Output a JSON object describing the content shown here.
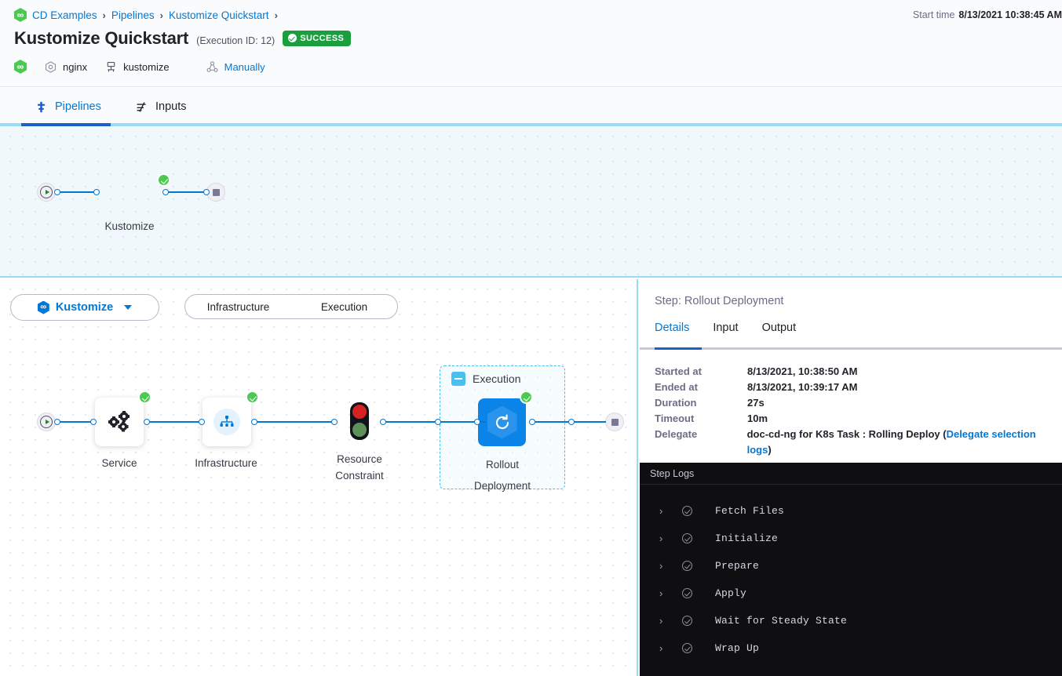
{
  "header": {
    "breadcrumb": [
      {
        "label": "CD Examples",
        "icon": "harness-hex-icon"
      },
      {
        "label": "Pipelines"
      },
      {
        "label": "Kustomize Quickstart"
      }
    ],
    "title": "Kustomize Quickstart",
    "execution_id": "(Execution ID: 12)",
    "status": "SUCCESS",
    "status_color": "#1b9e3e",
    "meta": {
      "service": "nginx",
      "service_icon": "service-hex-icon",
      "infra": "kustomize",
      "infra_icon": "infrastructure-icon",
      "trigger": "Manually",
      "trigger_icon": "trigger-icon"
    },
    "start_time_label": "Start time",
    "start_time_value": "8/13/2021 10:38:45 AM"
  },
  "tabs": [
    {
      "label": "Pipelines",
      "icon": "pipeline-icon",
      "active": true
    },
    {
      "label": "Inputs",
      "icon": "inputs-icon",
      "active": false
    }
  ],
  "pipeline_graph": {
    "stage_label": "Kustomize",
    "stage_icon": "kustomize-hex-icon",
    "start_icon": "play-icon",
    "end_icon": "stop-icon",
    "status": "success"
  },
  "stage_toolbar": {
    "stage_selector": "Kustomize",
    "stage_selector_icon": "kustomize-hex-icon",
    "caret": "chevron-down-icon",
    "segments": [
      "Infrastructure",
      "Execution"
    ]
  },
  "stage_graph": {
    "nodes": [
      {
        "label": "Service",
        "icon": "service-gears-icon",
        "status": "success"
      },
      {
        "label": "Infrastructure",
        "icon": "infra-tree-icon",
        "status": "success"
      },
      {
        "label": "Resource\nConstraint",
        "line1": "Resource",
        "line2": "Constraint",
        "icon": "traffic-light-icon",
        "status": "none"
      },
      {
        "label": "Rollout\nDeployment",
        "line1": "Rollout",
        "line2": "Deployment",
        "icon": "rollout-refresh-icon",
        "status": "success"
      }
    ],
    "group_label": "Execution",
    "group_collapse_icon": "collapse-icon"
  },
  "details": {
    "title": "Step: Rollout Deployment",
    "tabs": [
      {
        "label": "Details",
        "active": true
      },
      {
        "label": "Input",
        "active": false
      },
      {
        "label": "Output",
        "active": false
      }
    ],
    "fields": [
      {
        "key": "Started at",
        "value": "8/13/2021, 10:38:50 AM"
      },
      {
        "key": "Ended at",
        "value": "8/13/2021, 10:39:17 AM"
      },
      {
        "key": "Duration",
        "value": "27s"
      },
      {
        "key": "Timeout",
        "value": "10m"
      }
    ],
    "delegate": {
      "key": "Delegate",
      "prefix": "doc-cd-ng for K8s Task : Rolling Deploy (",
      "link": "Delegate selection logs",
      "suffix": ")"
    }
  },
  "step_logs": {
    "title": "Step Logs",
    "rows": [
      {
        "label": "Fetch Files",
        "status": "success",
        "chevron": "chevron-right-icon"
      },
      {
        "label": "Initialize",
        "status": "success",
        "chevron": "chevron-right-icon"
      },
      {
        "label": "Prepare",
        "status": "success",
        "chevron": "chevron-right-icon"
      },
      {
        "label": "Apply",
        "status": "success",
        "chevron": "chevron-right-icon"
      },
      {
        "label": "Wait for Steady State",
        "status": "success",
        "chevron": "chevron-right-icon"
      },
      {
        "label": "Wrap Up",
        "status": "success",
        "chevron": "chevron-right-icon"
      }
    ]
  },
  "colors": {
    "accent_blue": "#0278d5",
    "success_green": "#4dc952",
    "node_blue": "#0b84e8",
    "canvas_blue": "#f0f8fc",
    "log_bg": "#0f0f12"
  }
}
